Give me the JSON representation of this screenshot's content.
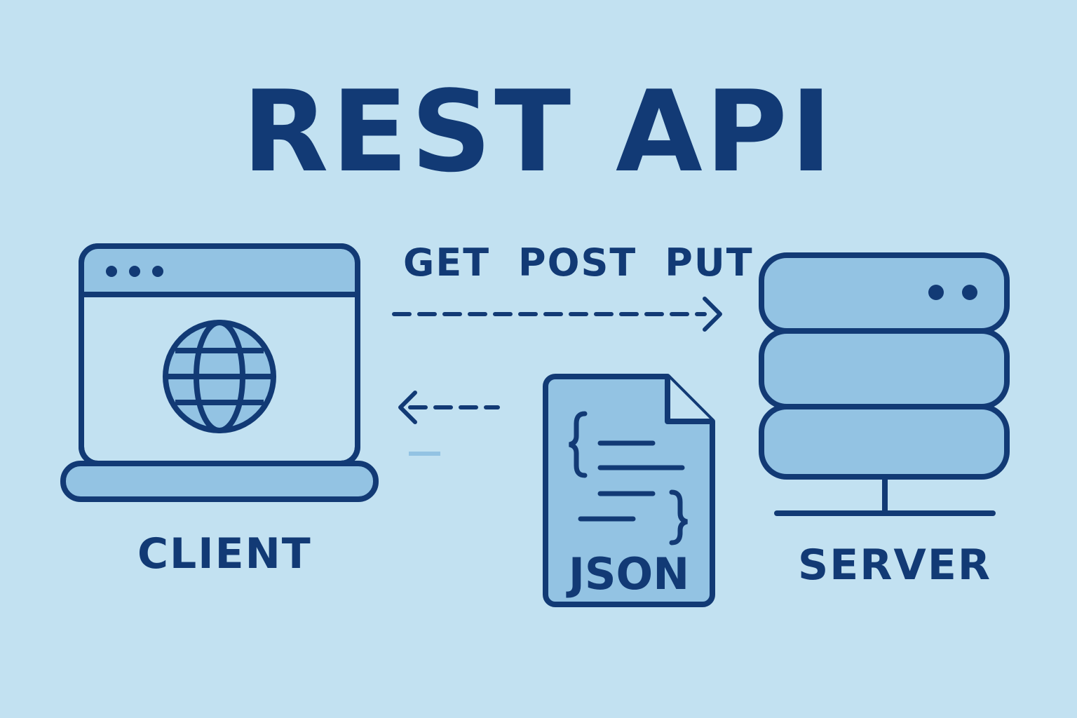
{
  "title": "REST API",
  "methods": [
    "GET",
    "POST",
    "PUT"
  ],
  "client": {
    "label": "CLIENT"
  },
  "server": {
    "label": "SERVER"
  },
  "payload": {
    "label": "JSON"
  },
  "colors": {
    "background": "#c2e1f1",
    "stroke": "#123a75",
    "fill": "#93c3e3"
  }
}
